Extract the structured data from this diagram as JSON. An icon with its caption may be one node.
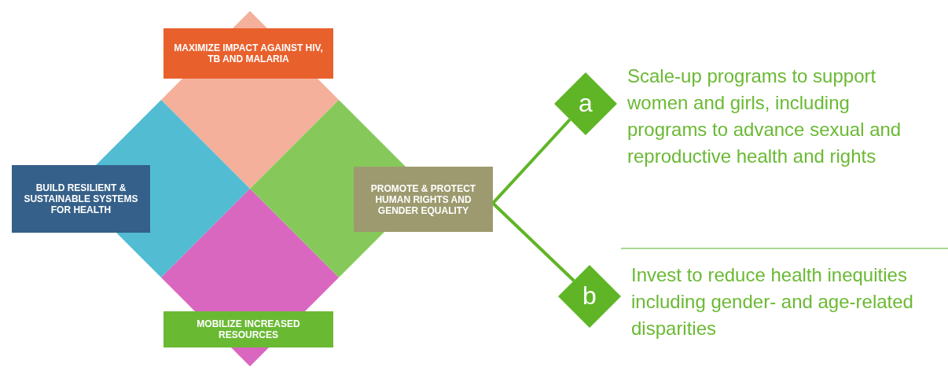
{
  "diagram": {
    "nodes": [
      {
        "text": [
          "MAXIMIZE IMPACT AGAINST HIV, TB AND MALARIA"
        ]
      },
      {
        "text": [
          "BUILD RESILIENT & SUSTAINABLE SYSTEMS FOR HEALTH"
        ]
      },
      {
        "text": [
          "PROMOTE & PROTECT HUMAN RIGHTS AND GENDER EQUALITY"
        ]
      },
      {
        "text": [
          "MOBILIZE INCREASED RESOURCES"
        ]
      },
      {
        "text": [
          "a"
        ],
        "beside": [
          "Scale-up programs to support women and girls, including programs to advance sexual and reproductive health and rights"
        ]
      },
      {
        "text": [
          "b"
        ],
        "beside": [
          "Invest to reduce health inequities including gender- and age-related disparities"
        ]
      }
    ],
    "edges": [
      {
        "from": 2,
        "to": 4,
        "arrow": "none"
      },
      {
        "from": 2,
        "to": 5,
        "arrow": "none"
      }
    ]
  }
}
